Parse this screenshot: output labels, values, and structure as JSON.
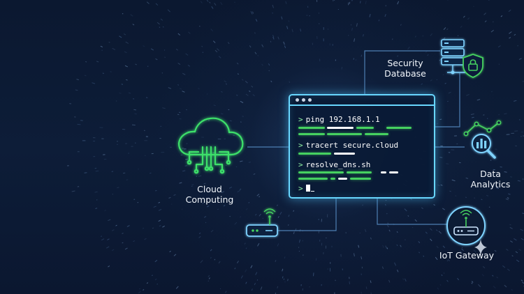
{
  "nodes": {
    "cloud": {
      "label": "Cloud\nComputing"
    },
    "security": {
      "label": "Security\nDatabase"
    },
    "analytics": {
      "label": "Data\nAnalytics"
    },
    "iot": {
      "label": "IoT Gateway"
    }
  },
  "terminal": {
    "lines": [
      {
        "prompt": ">",
        "command": "ping 192.168.1.1"
      },
      {
        "prompt": ">",
        "command": "tracert secure.cloud"
      },
      {
        "prompt": ">",
        "command": "resolve_dns.sh"
      },
      {
        "prompt": ">",
        "command": ""
      }
    ]
  },
  "colors": {
    "background": "#0c1a33",
    "accent_green": "#46d160",
    "accent_cyan": "#68d7ff"
  },
  "icons": [
    "cloud-circuit-icon",
    "server-shield-icon",
    "analytics-magnifier-icon",
    "router-wifi-icon",
    "iot-router-icon",
    "sparkle-icon"
  ]
}
